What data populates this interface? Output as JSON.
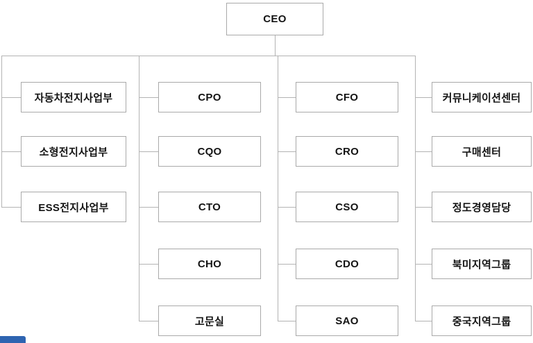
{
  "org": {
    "root": "CEO",
    "columns": [
      {
        "items": [
          "자동차전지사업부",
          "소형전지사업부",
          "ESS전지사업부"
        ]
      },
      {
        "items": [
          "CPO",
          "CQO",
          "CTO",
          "CHO",
          "고문실"
        ]
      },
      {
        "items": [
          "CFO",
          "CRO",
          "CSO",
          "CDO",
          "SAO"
        ]
      },
      {
        "items": [
          "커뮤니케이션센터",
          "구매센터",
          "정도경영담당",
          "북미지역그룹",
          "중국지역그룹"
        ]
      }
    ]
  },
  "colors": {
    "background": "#ffffff",
    "box_border": "#a9a9a9",
    "connector_line": "#b3b3b3",
    "text": "#141414",
    "corner_artifact": "#2e64b1"
  }
}
